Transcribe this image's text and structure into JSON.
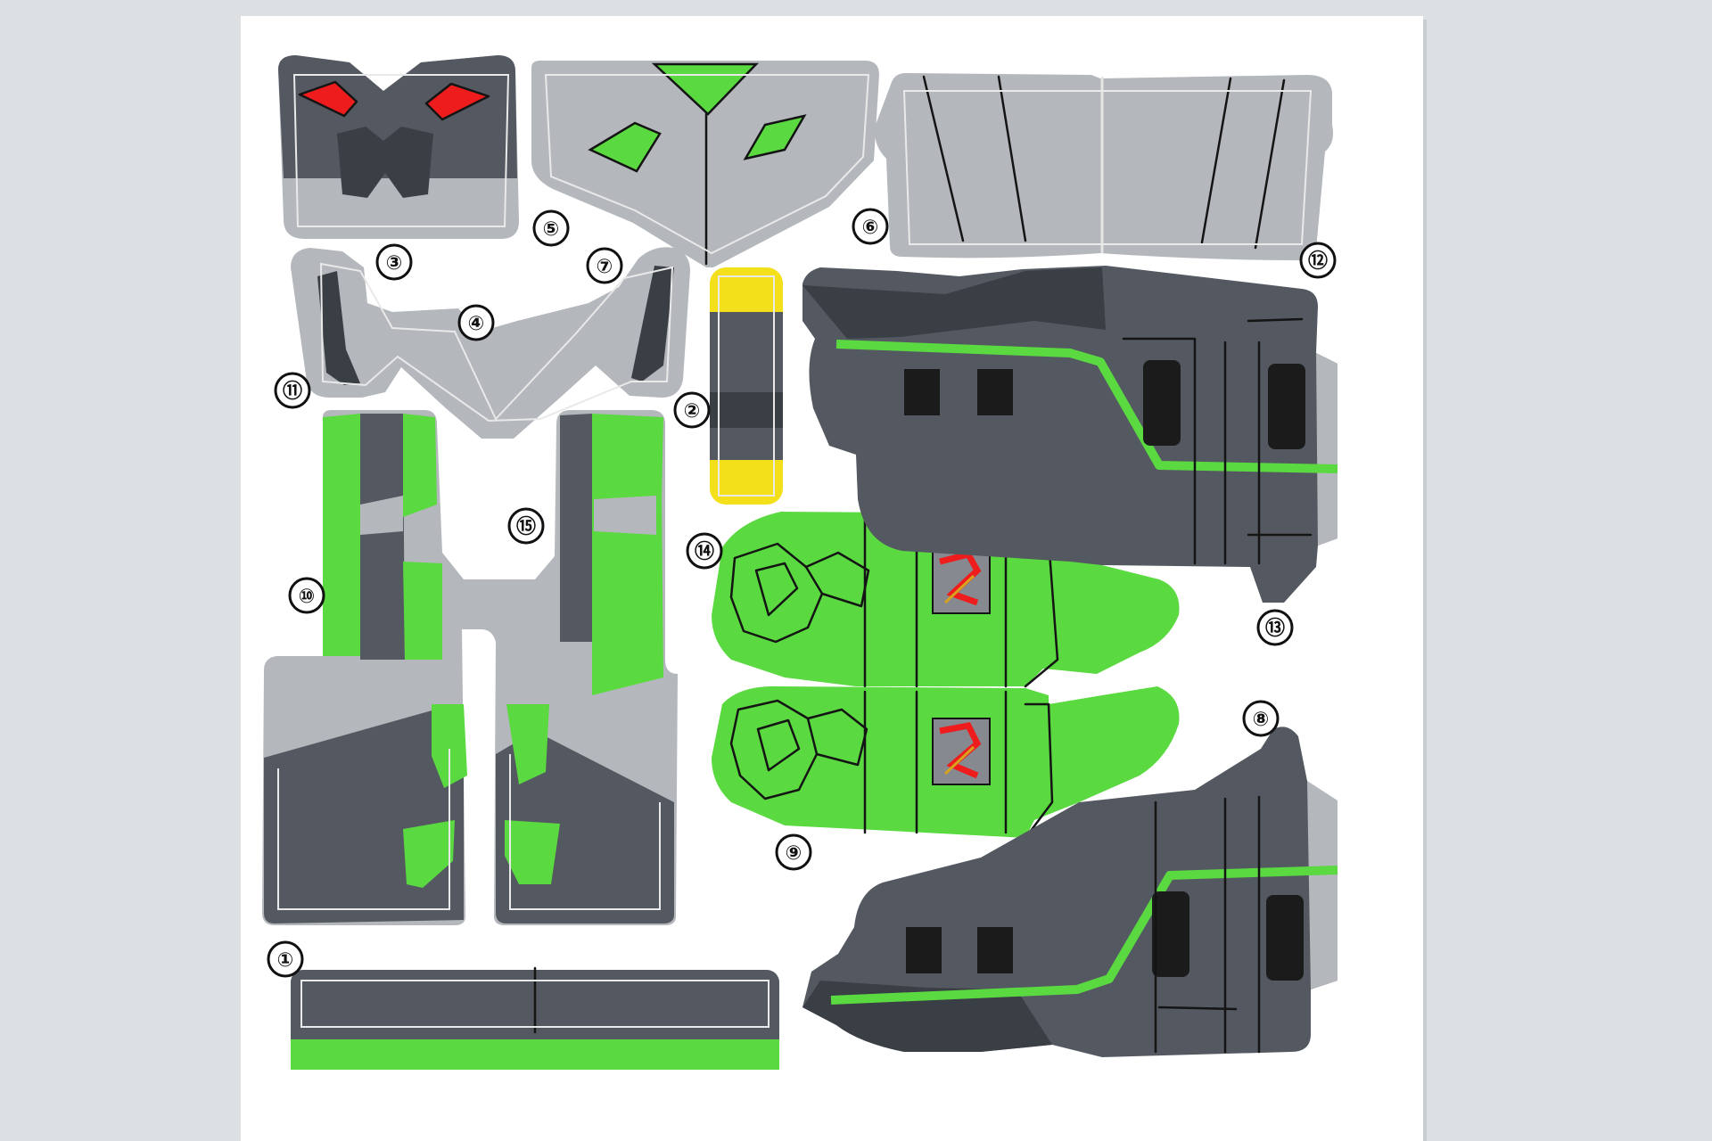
{
  "colors": {
    "backdrop": "#dde0e3",
    "sheet": "#ffffff",
    "dark_grey": "#545961",
    "light_grey": "#b4b7bb",
    "green": "#5ad940",
    "black": "#1b1b1b",
    "red": "#ee1c1c",
    "yellow": "#f4e01a",
    "gold": "#d8a21e"
  },
  "labels": [
    {
      "id": "n1",
      "text": "①"
    },
    {
      "id": "n2",
      "text": "②"
    },
    {
      "id": "n3",
      "text": "③"
    },
    {
      "id": "n4",
      "text": "④"
    },
    {
      "id": "n5",
      "text": "⑤"
    },
    {
      "id": "n6",
      "text": "⑥"
    },
    {
      "id": "n7",
      "text": "⑦"
    },
    {
      "id": "n8",
      "text": "⑧"
    },
    {
      "id": "n9",
      "text": "⑨"
    },
    {
      "id": "n10",
      "text": "⑩"
    },
    {
      "id": "n11",
      "text": "⑪"
    },
    {
      "id": "n12",
      "text": "⑫"
    },
    {
      "id": "n13",
      "text": "⑬"
    },
    {
      "id": "n14",
      "text": "⑭"
    },
    {
      "id": "n15",
      "text": "⑮"
    }
  ]
}
